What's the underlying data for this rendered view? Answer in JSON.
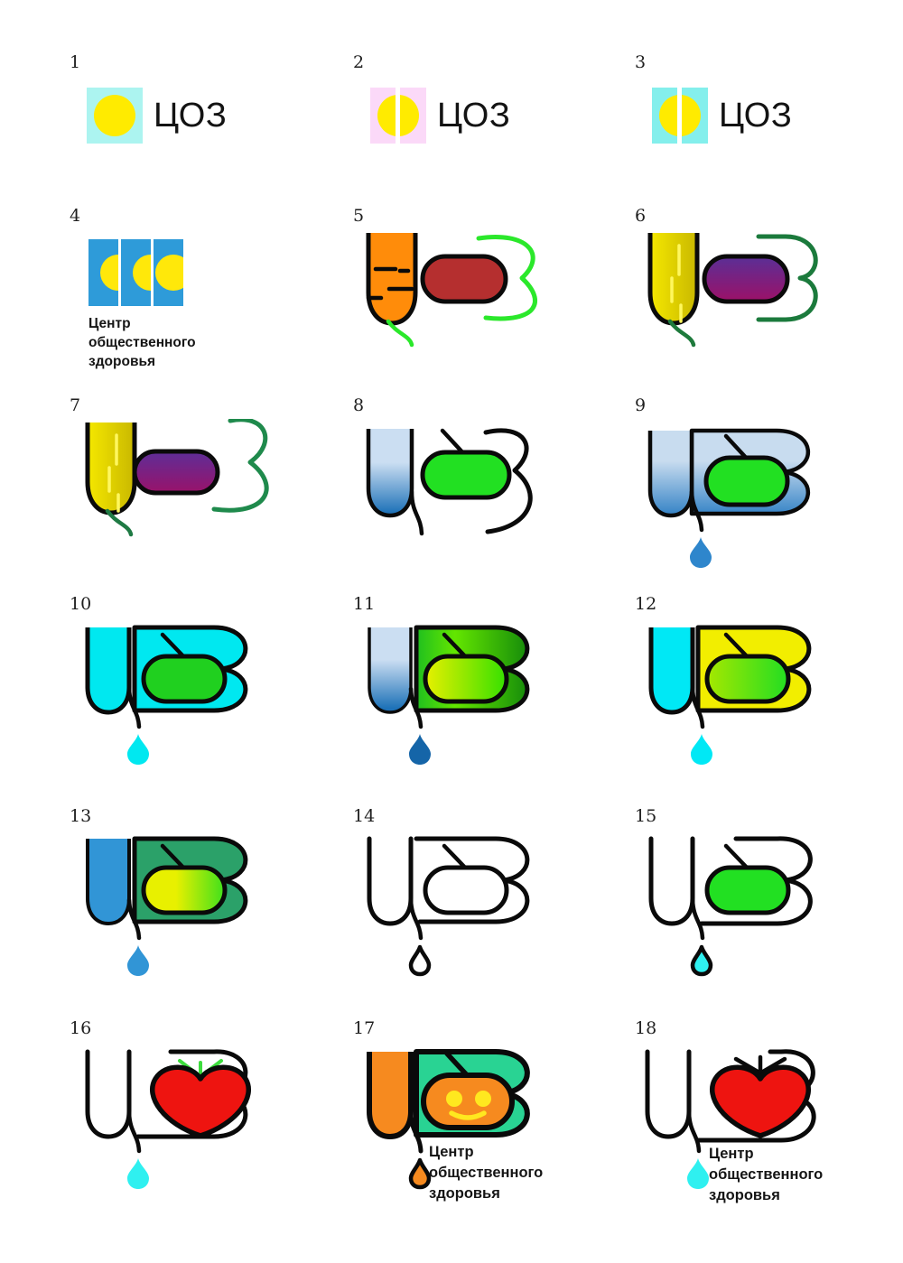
{
  "shared": {
    "wordmark": "ЦОЗ",
    "caption_lines": [
      "Центр",
      "общественного",
      "здоровья"
    ],
    "ink": "#0A0A0A",
    "background": "#FFFFFF"
  },
  "variants": [
    {
      "num": "1",
      "colors": {
        "bg": "#ACF4F0",
        "sun": "#FFEB00"
      }
    },
    {
      "num": "2",
      "colors": {
        "bg": "#FBD9F8",
        "sun": "#FFEB00"
      }
    },
    {
      "num": "3",
      "colors": {
        "bg": "#84EFEC",
        "sun": "#FFEB00"
      }
    },
    {
      "num": "4",
      "colors": {
        "tile": "#2E9BD9",
        "sun": "#FFE80A"
      }
    },
    {
      "num": "5",
      "colors": {
        "u": "#FF8C0A",
        "pill": "#B52F2F",
        "z": "#2BE82B",
        "tail": "#2BE82B"
      }
    },
    {
      "num": "6",
      "colors": {
        "u1": "#C9B800",
        "u2": "#F5E800",
        "streak": "#FFF75E",
        "pill1": "#5A2F96",
        "pill2": "#9C1168",
        "z": "#1B7A3C",
        "tail": "#1E7A3C"
      }
    },
    {
      "num": "7",
      "colors": {
        "u1": "#C9B800",
        "u2": "#F5E800",
        "streak": "#FFF75E",
        "pill1": "#5B2F99",
        "pill2": "#9C1168",
        "z": "#1F8A4C",
        "tail": "#1F7A44"
      }
    },
    {
      "num": "8",
      "colors": {
        "u1": "#CBDEF2",
        "u2": "#1E72B8",
        "pill": "#22E022"
      }
    },
    {
      "num": "9",
      "colors": {
        "g1": "#C8DCEF",
        "g2": "#2E7FC4",
        "pill": "#22E022",
        "drop": "#2E86CC"
      }
    },
    {
      "num": "10",
      "colors": {
        "u": "#00E8F0",
        "block": "#00E8F0",
        "pill": "#20D01F",
        "drop": "#00E8F0"
      }
    },
    {
      "num": "11",
      "colors": {
        "u1": "#CBDEF2",
        "u2": "#1E72B8",
        "b1": "#1FBF1F",
        "b2": "#63E600",
        "b3": "#0C800C",
        "p1": "#E8F000",
        "p2": "#35E000",
        "drop": "#1565A8"
      }
    },
    {
      "num": "12",
      "colors": {
        "u": "#00E8F5",
        "block": "#F2EE00",
        "p1": "#A6E800",
        "p2": "#22DD22",
        "drop": "#00E8F5"
      }
    },
    {
      "num": "13",
      "colors": {
        "u": "#3195D6",
        "block": "#2BA169",
        "p1": "#E8F000",
        "p2": "#3EE01C",
        "drop": "#3195D6"
      }
    },
    {
      "num": "14",
      "colors": {
        "line": "#0A0A0A"
      }
    },
    {
      "num": "15",
      "colors": {
        "pill": "#22E022",
        "drop": "#2FF0F0"
      }
    },
    {
      "num": "16",
      "colors": {
        "tomato": "#EE1410",
        "leaf": "#3DDD3D",
        "drop": "#2FF0F0"
      }
    },
    {
      "num": "17",
      "colors": {
        "u": "#F68A1F",
        "block": "#29D393",
        "pumpkin": "#F68A1F",
        "face": "#FFE81F",
        "drop": "#F68A1F"
      }
    },
    {
      "num": "18",
      "colors": {
        "tomato": "#EE1410",
        "drop": "#2FF0F0"
      }
    }
  ]
}
